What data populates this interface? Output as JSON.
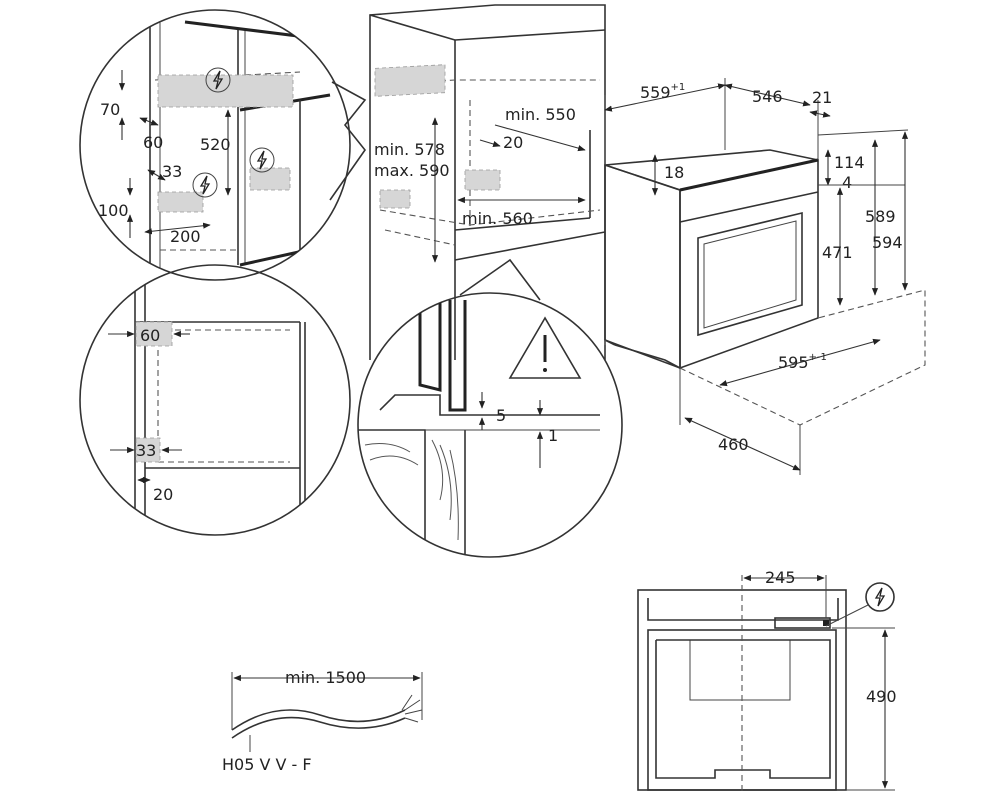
{
  "niche": {
    "depth_top": "559",
    "depth_top_tol": "+1",
    "depth_oven": "546",
    "front_offset": "21",
    "min_height": "min. 578",
    "max_height": "max. 590",
    "min_depth": "min. 550",
    "vent_gap": "20",
    "min_width": "min. 560"
  },
  "oven": {
    "top_gap": "18",
    "panel_height": "114",
    "panel_offset": "4",
    "height_inner": "471",
    "height_body": "589",
    "height_total": "594",
    "width": "595",
    "width_tol": "+-1",
    "depth": "460"
  },
  "detail_top": {
    "top_offset": "70",
    "side_offset": "60",
    "socket_height": "520",
    "socket_width": "33",
    "bottom_offset": "100",
    "bottom_width": "200"
  },
  "detail_side": {
    "top_clear": "60",
    "bottom_clear": "33",
    "edge_gap": "20"
  },
  "detail_edge": {
    "gap": "5",
    "offset": "1"
  },
  "cable": {
    "length": "min. 1500",
    "type": "H05 V V - F"
  },
  "rear": {
    "socket_x": "245",
    "socket_height": "490"
  },
  "icons": [
    "electrical-connection-icon",
    "warning-triangle-icon"
  ]
}
